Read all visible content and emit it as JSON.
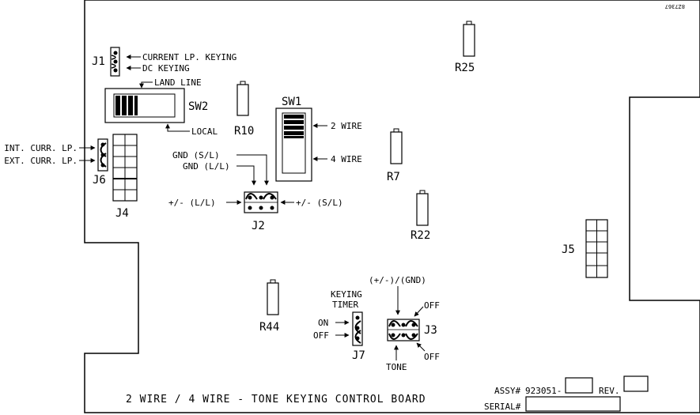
{
  "board": {
    "id_code": "8Z7367",
    "title": "2 WIRE / 4 WIRE - TONE KEYING CONTROL BOARD",
    "assy_label": "ASSY#",
    "assy_number": "923051-",
    "rev_label": "REV.",
    "serial_label": "SERIAL#"
  },
  "j1": {
    "ref": "J1",
    "options": [
      "CURRENT LP. KEYING",
      "DC KEYING"
    ]
  },
  "sw2": {
    "ref": "SW2",
    "top_label": "LAND LINE",
    "bottom_label": "LOCAL"
  },
  "sw1": {
    "ref": "SW1",
    "top_label": "2 WIRE",
    "bottom_label": "4 WIRE"
  },
  "j6": {
    "ref": "J6",
    "options": [
      "INT. CURR. LP.",
      "EXT. CURR. LP."
    ]
  },
  "j4": {
    "ref": "J4"
  },
  "j2": {
    "ref": "J2",
    "top_labels": [
      "GND (S/L)",
      "GND (L/L)"
    ],
    "left_label": "+/- (L/L)",
    "right_label": "+/- (S/L)"
  },
  "j3": {
    "ref": "J3",
    "top_label": "(+/-)/(GND)",
    "off_top": "OFF",
    "off_bottom": "OFF",
    "bottom_label": "TONE"
  },
  "j7": {
    "ref": "J7",
    "title_line1": "KEYING",
    "title_line2": "TIMER",
    "on_label": "ON",
    "off_label": "OFF"
  },
  "j5": {
    "ref": "J5"
  },
  "resistors": {
    "r25": "R25",
    "r10": "R10",
    "r7": "R7",
    "r22": "R22",
    "r44": "R44"
  }
}
